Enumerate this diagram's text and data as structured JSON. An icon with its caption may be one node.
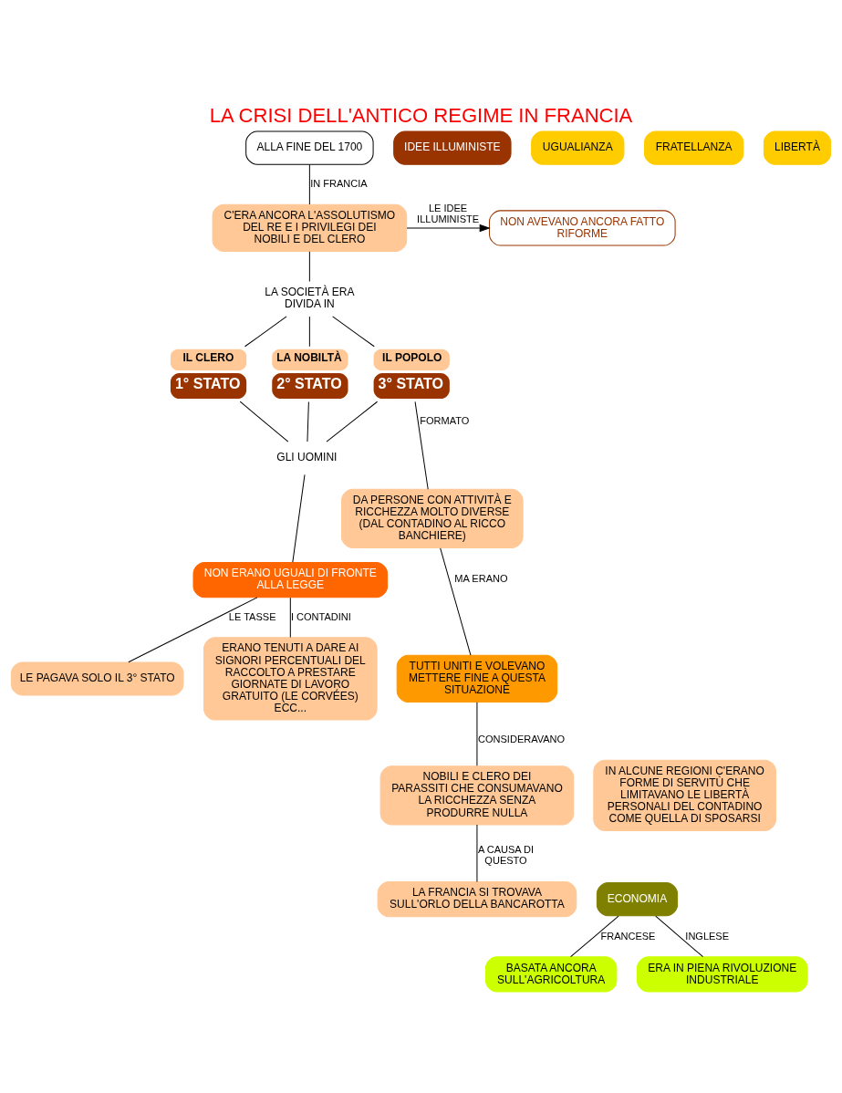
{
  "diagram": {
    "title": "LA CRISI DELL'ANTICO REGIME IN FRANCIA",
    "nodes": [
      {
        "text": [
          "ALLA FINE DEL 1700"
        ]
      },
      {
        "text": [
          "C'ERA ANCORA L'ASSOLUTISMO DEL RE E I PRIVILEGI DEI NOBILI E DEL CLERO"
        ]
      },
      {
        "text": [
          "NON AVEVANO ANCORA FATTO RIFORME"
        ]
      },
      {
        "text": [
          "LA SOCIETÀ ERA DIVIDA IN"
        ]
      },
      {
        "text": [
          "IL CLERO",
          "1° STATO"
        ]
      },
      {
        "text": [
          "LA NOBILTÀ",
          "2° STATO"
        ]
      },
      {
        "text": [
          "IL POPOLO",
          "3° STATO"
        ]
      },
      {
        "text": [
          "GLI UOMINI"
        ]
      },
      {
        "text": [
          "NON ERANO UGUALI DI FRONTE ALLA LEGGE"
        ]
      },
      {
        "text": [
          "DA PERSONE CON ATTIVITÀ E RICCHEZZA MOLTO DIVERSE (DAL CONTADINO AL RICCO BANCHIERE)"
        ]
      },
      {
        "text": [
          "LE PAGAVA SOLO IL 3° STATO"
        ]
      },
      {
        "text": [
          "ERANO TENUTI A DARE AI SIGNORI PERCENTUALI DEL RACCOLTO A PRESTARE GIORNATE DI LAVORO GRATUITO (LE CORVÉES) ECC..."
        ]
      },
      {
        "text": [
          "IN ALCUNE REGIONI C'ERANO FORME DI SERVITÙ CHE LIMITAVANO LE LIBERTÀ PERSONALI DEL CONTADINO COME QUELLA DI SPOSARSI"
        ]
      },
      {
        "text": [
          "TUTTI UNITI E VOLEVANO METTERE FINE A QUESTA SITUAZIONE"
        ]
      },
      {
        "text": [
          "IDEE ILLUMINISTE"
        ]
      },
      {
        "text": [
          "UGUALIANZA"
        ]
      },
      {
        "text": [
          "FRATELLANZA"
        ]
      },
      {
        "text": [
          "LIBERTÀ"
        ]
      },
      {
        "text": [
          "NOBILI E CLERO DEI PARASSITI CHE CONSUMAVANO LA RICCHEZZA SENZA PRODURRE NULLA"
        ]
      },
      {
        "text": [
          "LA FRANCIA SI TROVAVA SULL'ORLO DELLA BANCAROTTA"
        ]
      },
      {
        "text": [
          "ECONOMIA"
        ]
      },
      {
        "text": [
          "BASATA ANCORA SULL'AGRICOLTURA"
        ]
      },
      {
        "text": [
          "ERA IN PIENA RIVOLUZIONE INDUSTRIALE"
        ]
      }
    ],
    "edges": [
      {
        "from": 0,
        "to": 1,
        "arrow": "none",
        "label": "IN FRANCIA"
      },
      {
        "from": 1,
        "to": 2,
        "arrow": "to",
        "label": "LE IDEE ILLUMINISTE"
      },
      {
        "from": 1,
        "to": 3,
        "arrow": "none"
      },
      {
        "from": 3,
        "to": 4,
        "arrow": "none"
      },
      {
        "from": 3,
        "to": 5,
        "arrow": "none"
      },
      {
        "from": 3,
        "to": 6,
        "arrow": "none"
      },
      {
        "from": 4,
        "to": 7,
        "arrow": "none"
      },
      {
        "from": 5,
        "to": 7,
        "arrow": "none"
      },
      {
        "from": 6,
        "to": 7,
        "arrow": "none"
      },
      {
        "from": 7,
        "to": 8,
        "arrow": "none"
      },
      {
        "from": 6,
        "to": 9,
        "arrow": "none",
        "label": "FORMATO"
      },
      {
        "from": 8,
        "to": 10,
        "arrow": "none",
        "label": "LE TASSE"
      },
      {
        "from": 8,
        "to": 11,
        "arrow": "none",
        "label": "I CONTADINI"
      },
      {
        "from": 9,
        "to": 13,
        "arrow": "none",
        "label": "MA ERANO"
      },
      {
        "from": 13,
        "to": 18,
        "arrow": "none",
        "label": "CONSIDERAVANO"
      },
      {
        "from": 18,
        "to": 19,
        "arrow": "none",
        "label": "A CAUSA DI QUESTO"
      },
      {
        "from": 20,
        "to": 21,
        "arrow": "none",
        "label": "FRANCESE"
      },
      {
        "from": 20,
        "to": 22,
        "arrow": "none",
        "label": "INGLESE"
      }
    ]
  }
}
